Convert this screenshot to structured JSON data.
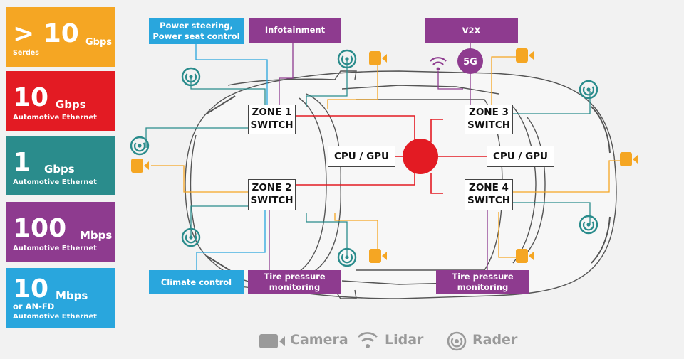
{
  "legend": [
    {
      "value": "> 10",
      "unit": "Gbps",
      "desc": "Serdes",
      "color": "#f5a623"
    },
    {
      "value": "10",
      "unit": "Gbps",
      "desc": "Automotive Ethernet",
      "color": "#e31b23"
    },
    {
      "value": "1",
      "unit": "Gbps",
      "desc": "Automotive Ethernet",
      "color": "#2a8c8c"
    },
    {
      "value": "100",
      "unit": "Mbps",
      "desc": "Automotive Ethernet",
      "color": "#8e3b8f"
    },
    {
      "value": "10",
      "unit": "Mbps",
      "desc": "or AN-FD",
      "desc2": "Automotive Ethernet",
      "color": "#29a6dd"
    }
  ],
  "labels": {
    "power_steering_1": "Power steering,",
    "power_steering_2": "Power seat control",
    "infotainment": "Infotainment",
    "v2x": "V2X",
    "five_g": "5G",
    "climate": "Climate control",
    "tire_left_1": "Tire pressure",
    "tire_left_2": "monitoring",
    "tire_right_1": "Tire pressure",
    "tire_right_2": "monitoring"
  },
  "switches": {
    "zone1": [
      "ZONE 1",
      "SWITCH"
    ],
    "zone2": [
      "ZONE 2",
      "SWITCH"
    ],
    "zone3": [
      "ZONE 3",
      "SWITCH"
    ],
    "zone4": [
      "ZONE 4",
      "SWITCH"
    ]
  },
  "cpu_left": "CPU / GPU",
  "cpu_right": "CPU / GPU",
  "key": {
    "camera": "Camera",
    "lidar": "Lidar",
    "radar": "Rader"
  },
  "colors": {
    "orange": "#f5a623",
    "red": "#e31b23",
    "teal": "#2a8c8c",
    "purple": "#8e3b8f",
    "blue": "#29a6dd",
    "gray_key": "#9a9a9a"
  }
}
